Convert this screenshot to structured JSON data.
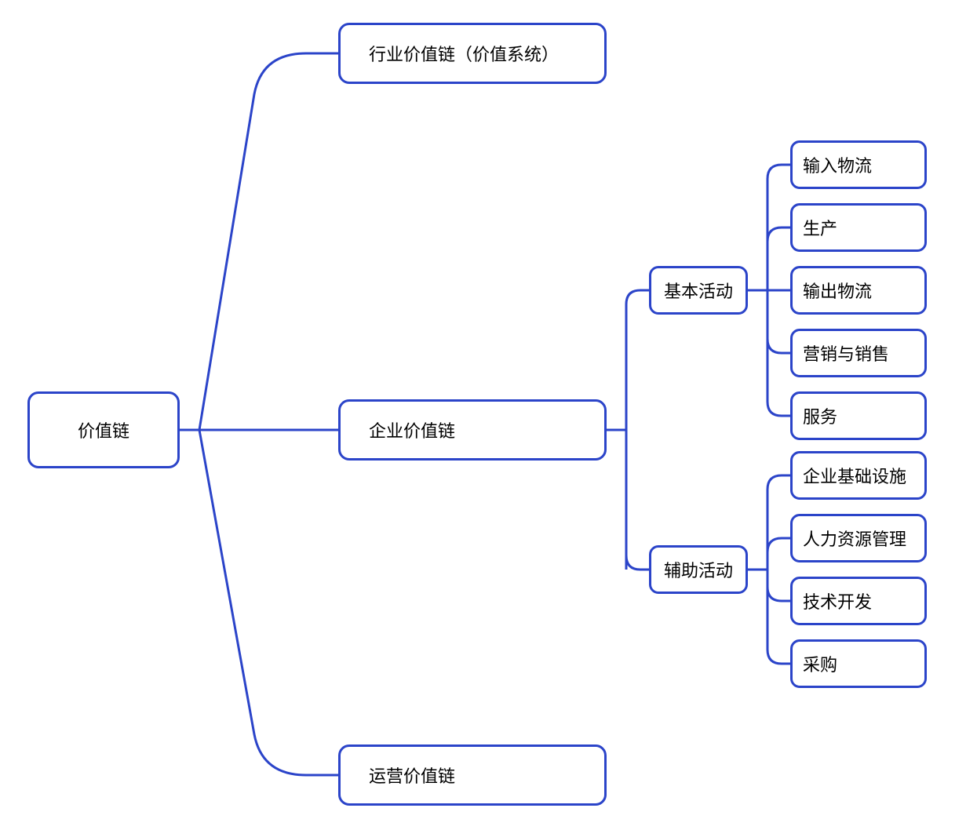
{
  "diagram": {
    "colors": {
      "line": "#2b44c9",
      "text": "#000000",
      "background": "#ffffff"
    },
    "root": {
      "label": "价值链"
    },
    "level1": [
      {
        "label": "行业价值链（价值系统）"
      },
      {
        "label": "企业价值链"
      },
      {
        "label": "运营价值链"
      }
    ],
    "level2": [
      {
        "label": "基本活动"
      },
      {
        "label": "辅助活动"
      }
    ],
    "primary_activities": [
      {
        "label": "输入物流"
      },
      {
        "label": "生产"
      },
      {
        "label": "输出物流"
      },
      {
        "label": "营销与销售"
      },
      {
        "label": "服务"
      }
    ],
    "support_activities": [
      {
        "label": "企业基础设施"
      },
      {
        "label": "人力资源管理"
      },
      {
        "label": "技术开发"
      },
      {
        "label": "采购"
      }
    ]
  }
}
